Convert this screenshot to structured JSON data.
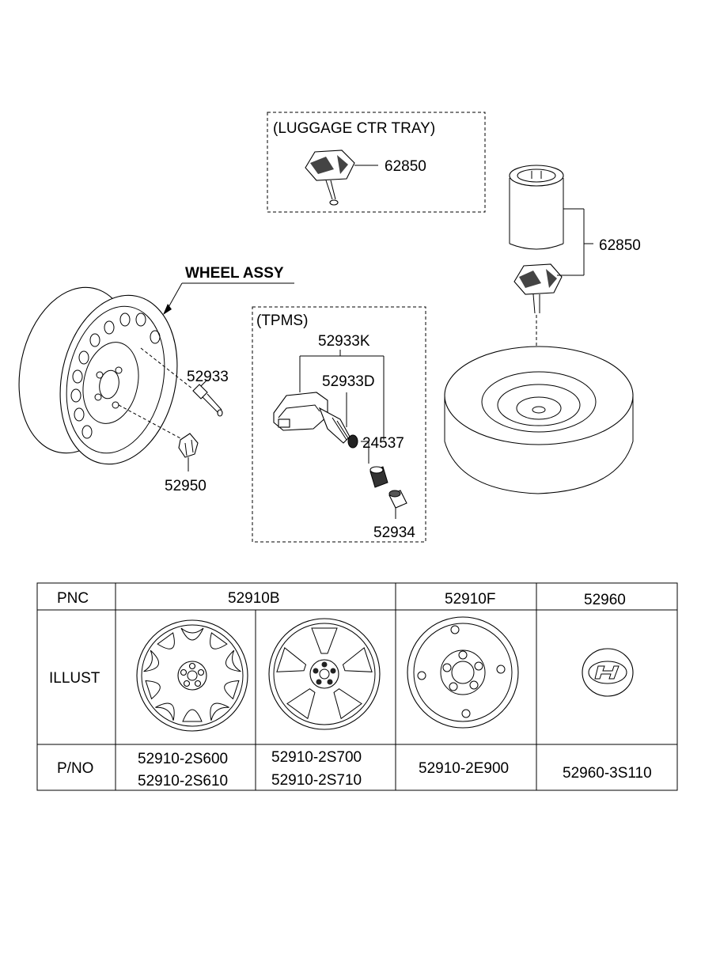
{
  "luggage_box": {
    "title": "(LUGGAGE CTR TRAY)",
    "part": "62850"
  },
  "wheel_assy": {
    "title": "WHEEL ASSY",
    "part_valve": "52933",
    "part_nut": "52950"
  },
  "tpms_box": {
    "title": "(TPMS)",
    "part_kit": "52933K",
    "part_sensor": "52933D",
    "part_grommet": "24537",
    "part_cap": "52934"
  },
  "spare": {
    "part": "62850"
  },
  "table": {
    "row_pnc": "PNC",
    "row_illust": "ILLUST",
    "row_pno": "P/NO",
    "pnc_1": "52910B",
    "pnc_2": "52910F",
    "pnc_3": "52960",
    "pno_1a": "52910-2S600",
    "pno_1b": "52910-2S610",
    "pno_2a": "52910-2S700",
    "pno_2b": "52910-2S710",
    "pno_3": "52910-2E900",
    "pno_4": "52960-3S110"
  }
}
